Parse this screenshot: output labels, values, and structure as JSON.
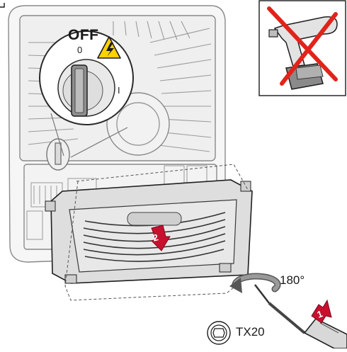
{
  "switch": {
    "off_label": "OFF",
    "position_off": "0",
    "position_on": "I"
  },
  "steps": {
    "step1": "1",
    "step2": "2"
  },
  "rotation": {
    "angle_label": "180°"
  },
  "tool": {
    "torx_label": "TX20",
    "icon": "torx-bit-icon"
  },
  "prohibited_tool": {
    "icon": "cordless-drill-crossed-icon"
  },
  "colors": {
    "step_arrow": "#c8102e",
    "cross": "#e2231a",
    "warning_yellow": "#ffd200",
    "line": "#1a1a1a"
  }
}
